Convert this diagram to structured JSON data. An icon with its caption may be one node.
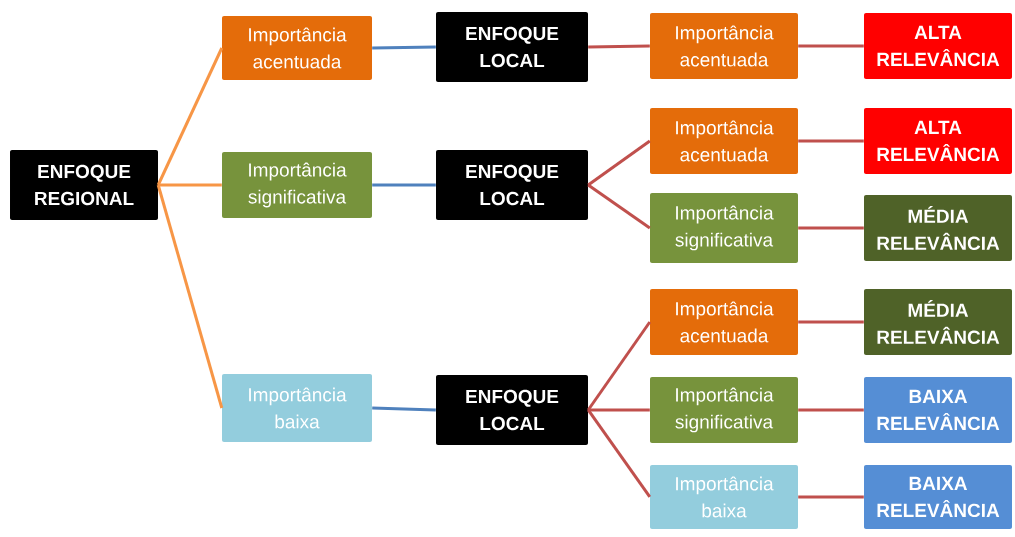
{
  "diagram": {
    "nodes": [
      {
        "text": [
          "ENFOQUE REGIONAL"
        ]
      },
      {
        "text": [
          "Importância acentuada"
        ]
      },
      {
        "text": [
          "Importância significativa"
        ]
      },
      {
        "text": [
          "Importância baixa"
        ]
      },
      {
        "text": [
          "ENFOQUE LOCAL"
        ]
      },
      {
        "text": [
          "ENFOQUE LOCAL"
        ]
      },
      {
        "text": [
          "ENFOQUE LOCAL"
        ]
      },
      {
        "text": [
          "Importância acentuada"
        ]
      },
      {
        "text": [
          "Importância acentuada"
        ]
      },
      {
        "text": [
          "Importância significativa"
        ]
      },
      {
        "text": [
          "Importância acentuada"
        ]
      },
      {
        "text": [
          "Importância significativa"
        ]
      },
      {
        "text": [
          "Importância baixa"
        ]
      },
      {
        "text": [
          "ALTA RELEVÂNCIA"
        ]
      },
      {
        "text": [
          "ALTA RELEVÂNCIA"
        ]
      },
      {
        "text": [
          "MÉDIA RELEVÂNCIA"
        ]
      },
      {
        "text": [
          "MÉDIA RELEVÂNCIA"
        ]
      },
      {
        "text": [
          "BAIXA RELEVÂNCIA"
        ]
      },
      {
        "text": [
          "BAIXA RELEVÂNCIA"
        ]
      }
    ],
    "edges": [
      {
        "from": 0,
        "to": 1,
        "arrow": "none",
        "color": "#f79646"
      },
      {
        "from": 0,
        "to": 2,
        "arrow": "none",
        "color": "#f79646"
      },
      {
        "from": 0,
        "to": 3,
        "arrow": "none",
        "color": "#f79646"
      },
      {
        "from": 1,
        "to": 4,
        "arrow": "none",
        "color": "#4f81bd"
      },
      {
        "from": 2,
        "to": 5,
        "arrow": "none",
        "color": "#4f81bd"
      },
      {
        "from": 3,
        "to": 6,
        "arrow": "none",
        "color": "#4f81bd"
      },
      {
        "from": 4,
        "to": 7,
        "arrow": "none"
      },
      {
        "from": 5,
        "to": 8,
        "arrow": "none"
      },
      {
        "from": 5,
        "to": 9,
        "arrow": "none"
      },
      {
        "from": 6,
        "to": 10,
        "arrow": "none"
      },
      {
        "from": 6,
        "to": 11,
        "arrow": "none"
      },
      {
        "from": 6,
        "to": 12,
        "arrow": "none"
      },
      {
        "from": 7,
        "to": 13,
        "arrow": "none"
      },
      {
        "from": 8,
        "to": 14,
        "arrow": "none"
      },
      {
        "from": 9,
        "to": 15,
        "arrow": "none"
      },
      {
        "from": 10,
        "to": 16,
        "arrow": "none"
      },
      {
        "from": 11,
        "to": 17,
        "arrow": "none"
      },
      {
        "from": 12,
        "to": 18,
        "arrow": "none"
      }
    ]
  }
}
